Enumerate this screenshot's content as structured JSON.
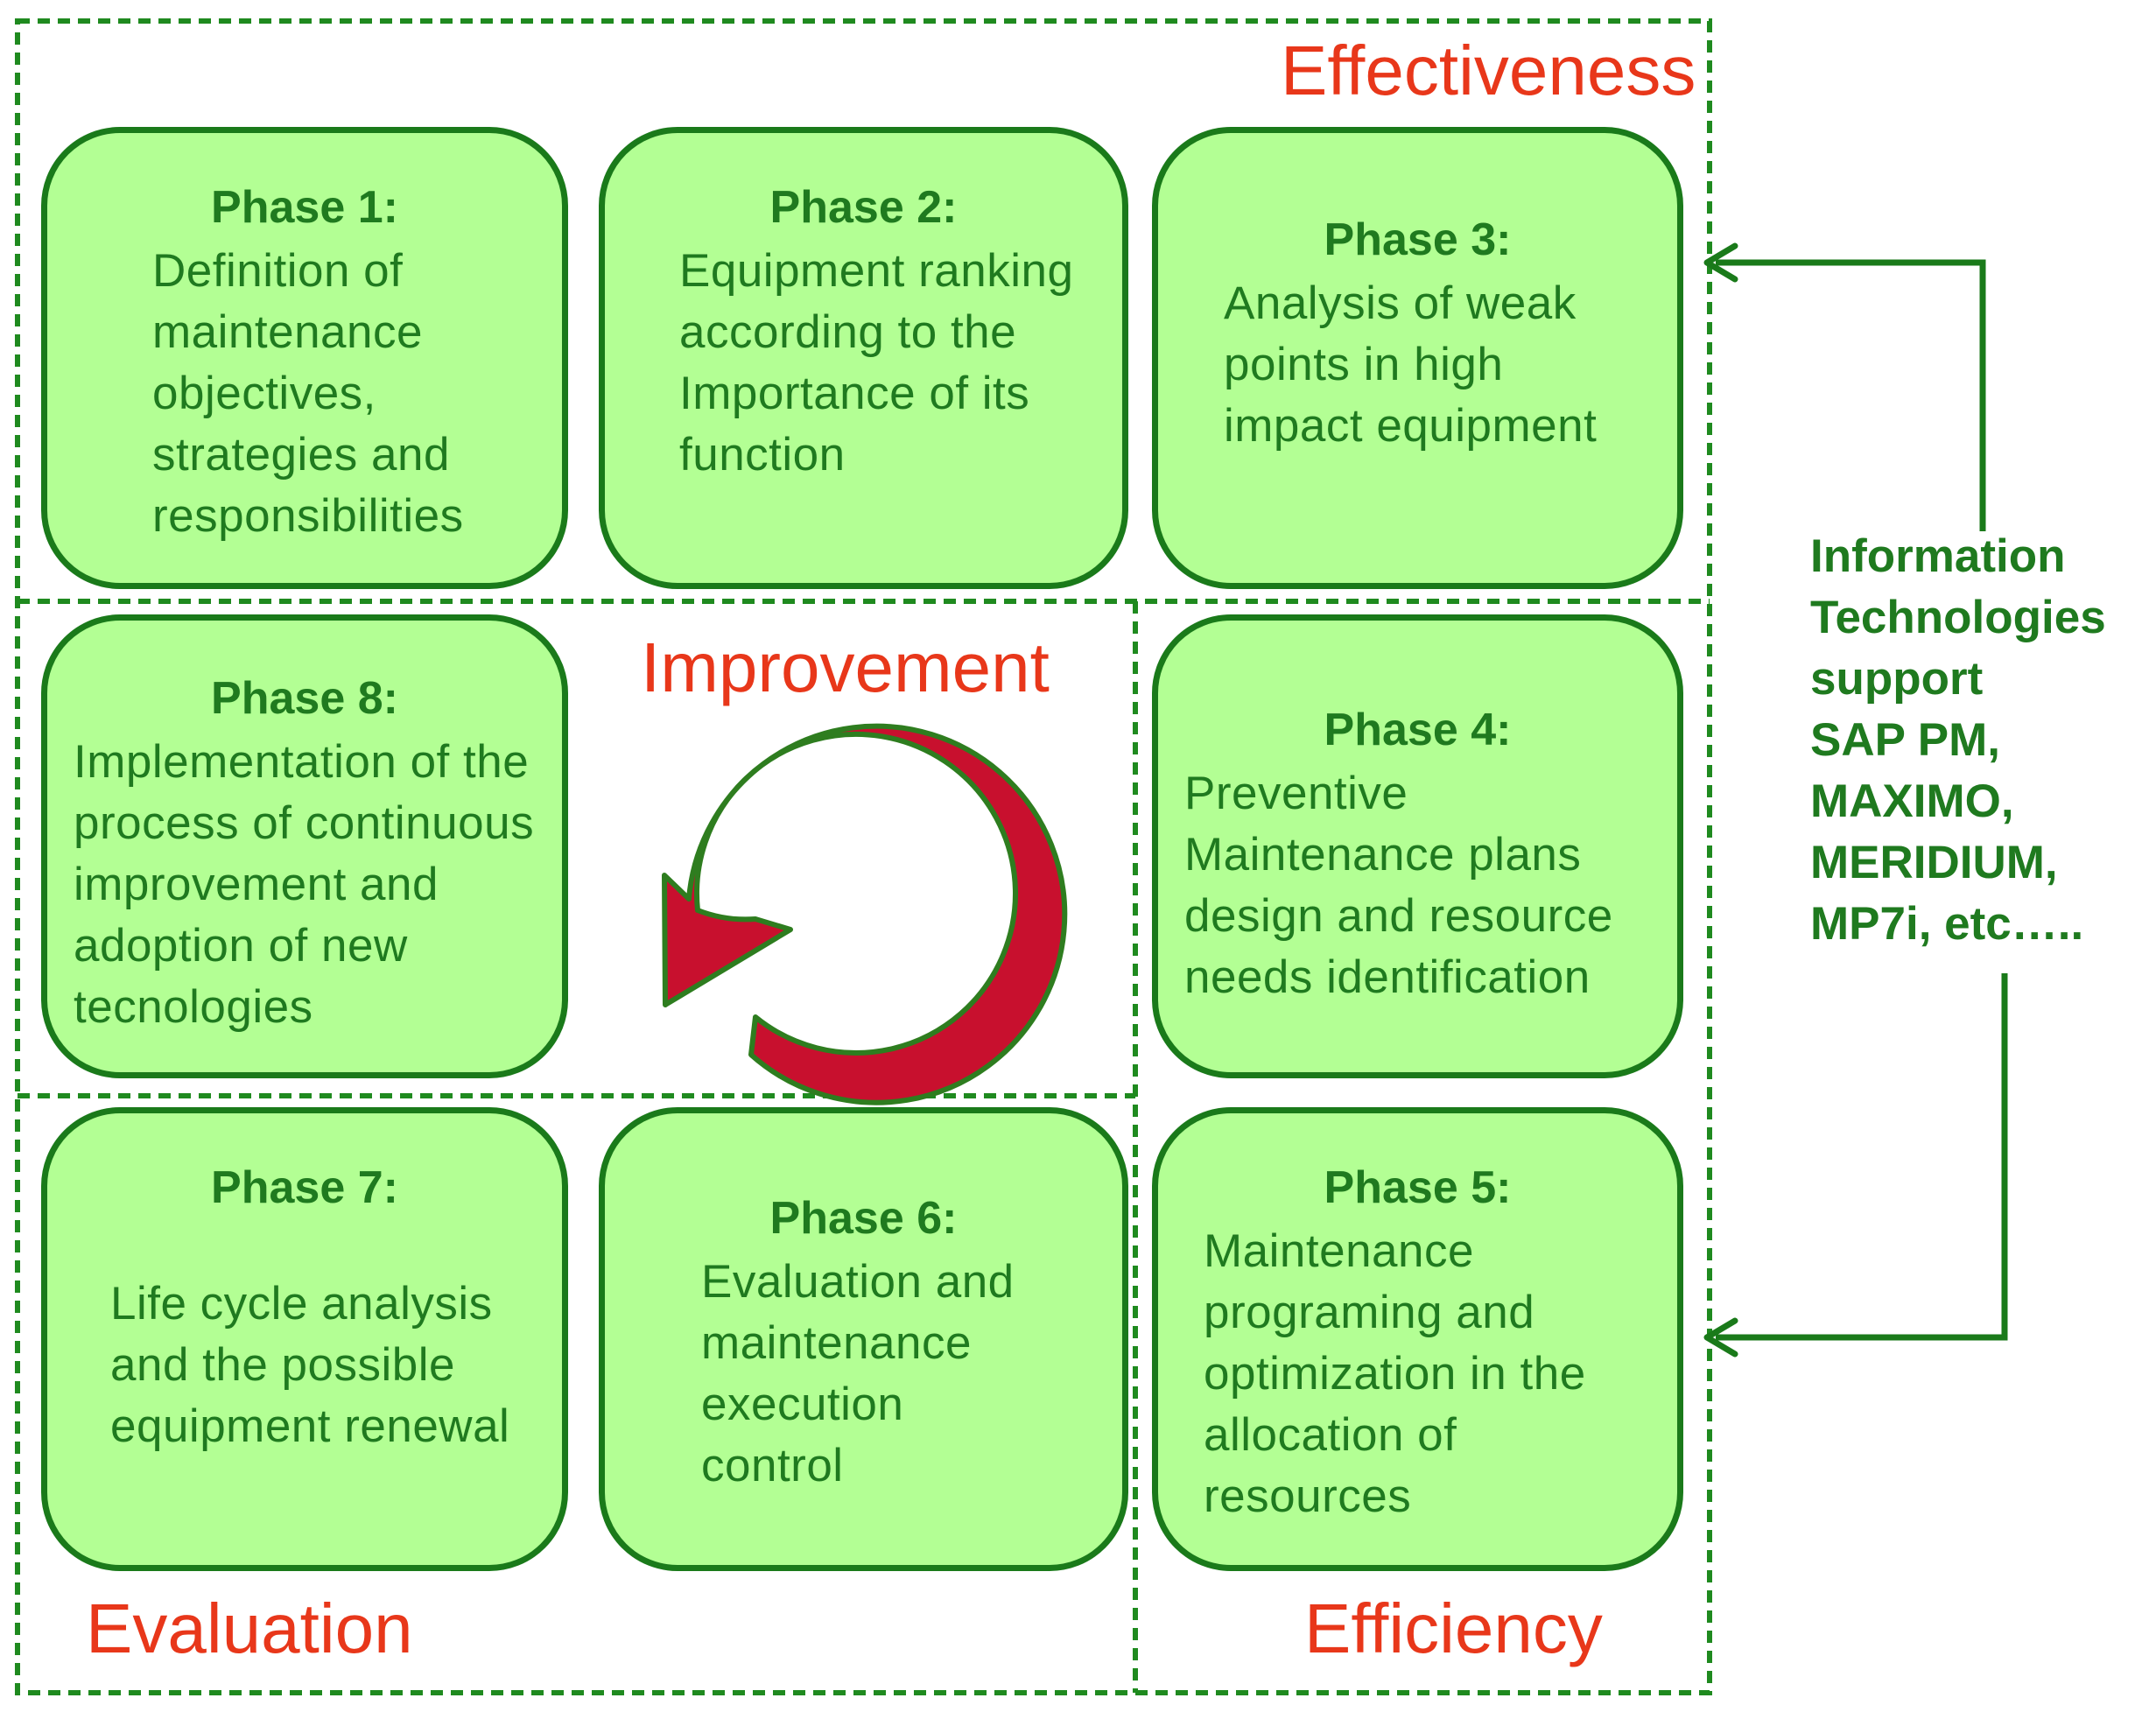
{
  "regions": {
    "effectiveness": "Effectiveness",
    "improvement": "Improvement",
    "evaluation": "Evaluation",
    "efficiency": "Efficiency"
  },
  "phases": [
    {
      "title": "Phase 1:",
      "description": "Definition of\nmaintenance\nobjectives,\nstrategies and\nresponsibilities"
    },
    {
      "title": "Phase 2:",
      "description": "Equipment ranking\naccording to the\nImportance of its\nfunction"
    },
    {
      "title": "Phase 3:",
      "description": "Analysis of weak\npoints in high\nimpact equipment"
    },
    {
      "title": "Phase 4:",
      "description": "Preventive\nMaintenance plans\ndesign and resource\nneeds identification"
    },
    {
      "title": "Phase 5:",
      "description": "Maintenance\nprograming and\noptimization in the\nallocation of\nresources"
    },
    {
      "title": "Phase 6:",
      "description": "Evaluation and\nmaintenance\nexecution\ncontrol"
    },
    {
      "title": "Phase 7:",
      "description": "Life cycle analysis\nand the possible\nequipment renewal"
    },
    {
      "title": "Phase 8:",
      "description": "Implementation of the\nprocess of continuous\nimprovement and\nadoption of new\ntecnologies"
    }
  ],
  "it_support": {
    "lines": [
      "Information",
      "Technologies",
      "support",
      "SAP PM,",
      "MAXIMO,",
      "MERIDIUM,",
      "MP7i, etc….."
    ]
  },
  "colors": {
    "box_fill": "#b3ff94",
    "box_border": "#1a7a1a",
    "text_green": "#1f7a1f",
    "region_label": "#e8371a",
    "cycle_arrow": "#c8102e"
  }
}
